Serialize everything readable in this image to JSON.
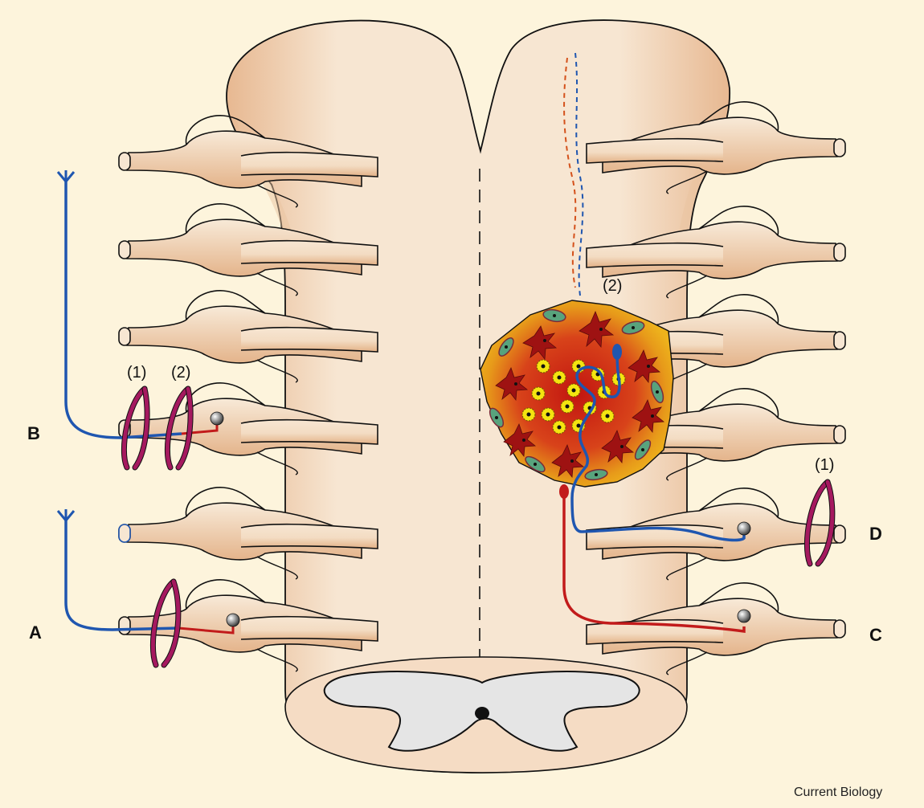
{
  "labels": {
    "a": "A",
    "b": "B",
    "c": "C",
    "d": "D",
    "b_site_1": "(1)",
    "b_site_2": "(2)",
    "lesion_site_2": "(2)",
    "d_site_1": "(1)"
  },
  "credit": "Current Biology",
  "colors": {
    "background": "#fdf4dc",
    "tissue": "#f7e6d2",
    "tissue_shadow": "#e7b891",
    "grey_matter": "#e5e5e5",
    "sensory_axon": "#1f56b0",
    "motor_axon": "#c21b1b",
    "ligature": "#a5195f",
    "lesion_outer": "#e5a317",
    "lesion_core": "#c72216",
    "neuron": "#9e1212",
    "glia": "#58a37d",
    "macrophage": "#f4e510"
  }
}
